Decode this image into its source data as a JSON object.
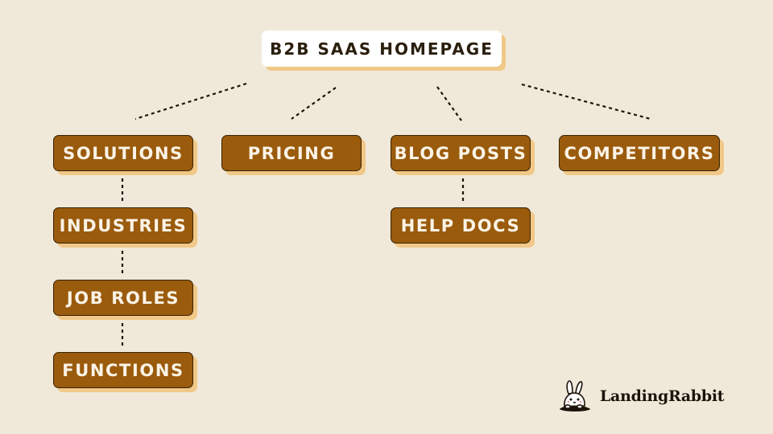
{
  "root": {
    "label": "B2B SAAS HOMEPAGE"
  },
  "nodes": {
    "solutions": "SOLUTIONS",
    "pricing": "PRICING",
    "blog_posts": "BLOG POSTS",
    "competitors": "COMPETITORS",
    "industries": "INDUSTRIES",
    "job_roles": "JOB ROLES",
    "functions": "FUNCTIONS",
    "help_docs": "HELP DOCS"
  },
  "brand": {
    "name": "LandingRabbit",
    "icon": "rabbit-icon"
  },
  "colors": {
    "background": "#f0e9da",
    "node_fill": "#9a5b0c",
    "node_text": "#fbf3e6",
    "shadow": "#f1c887",
    "root_fill": "#ffffff"
  }
}
